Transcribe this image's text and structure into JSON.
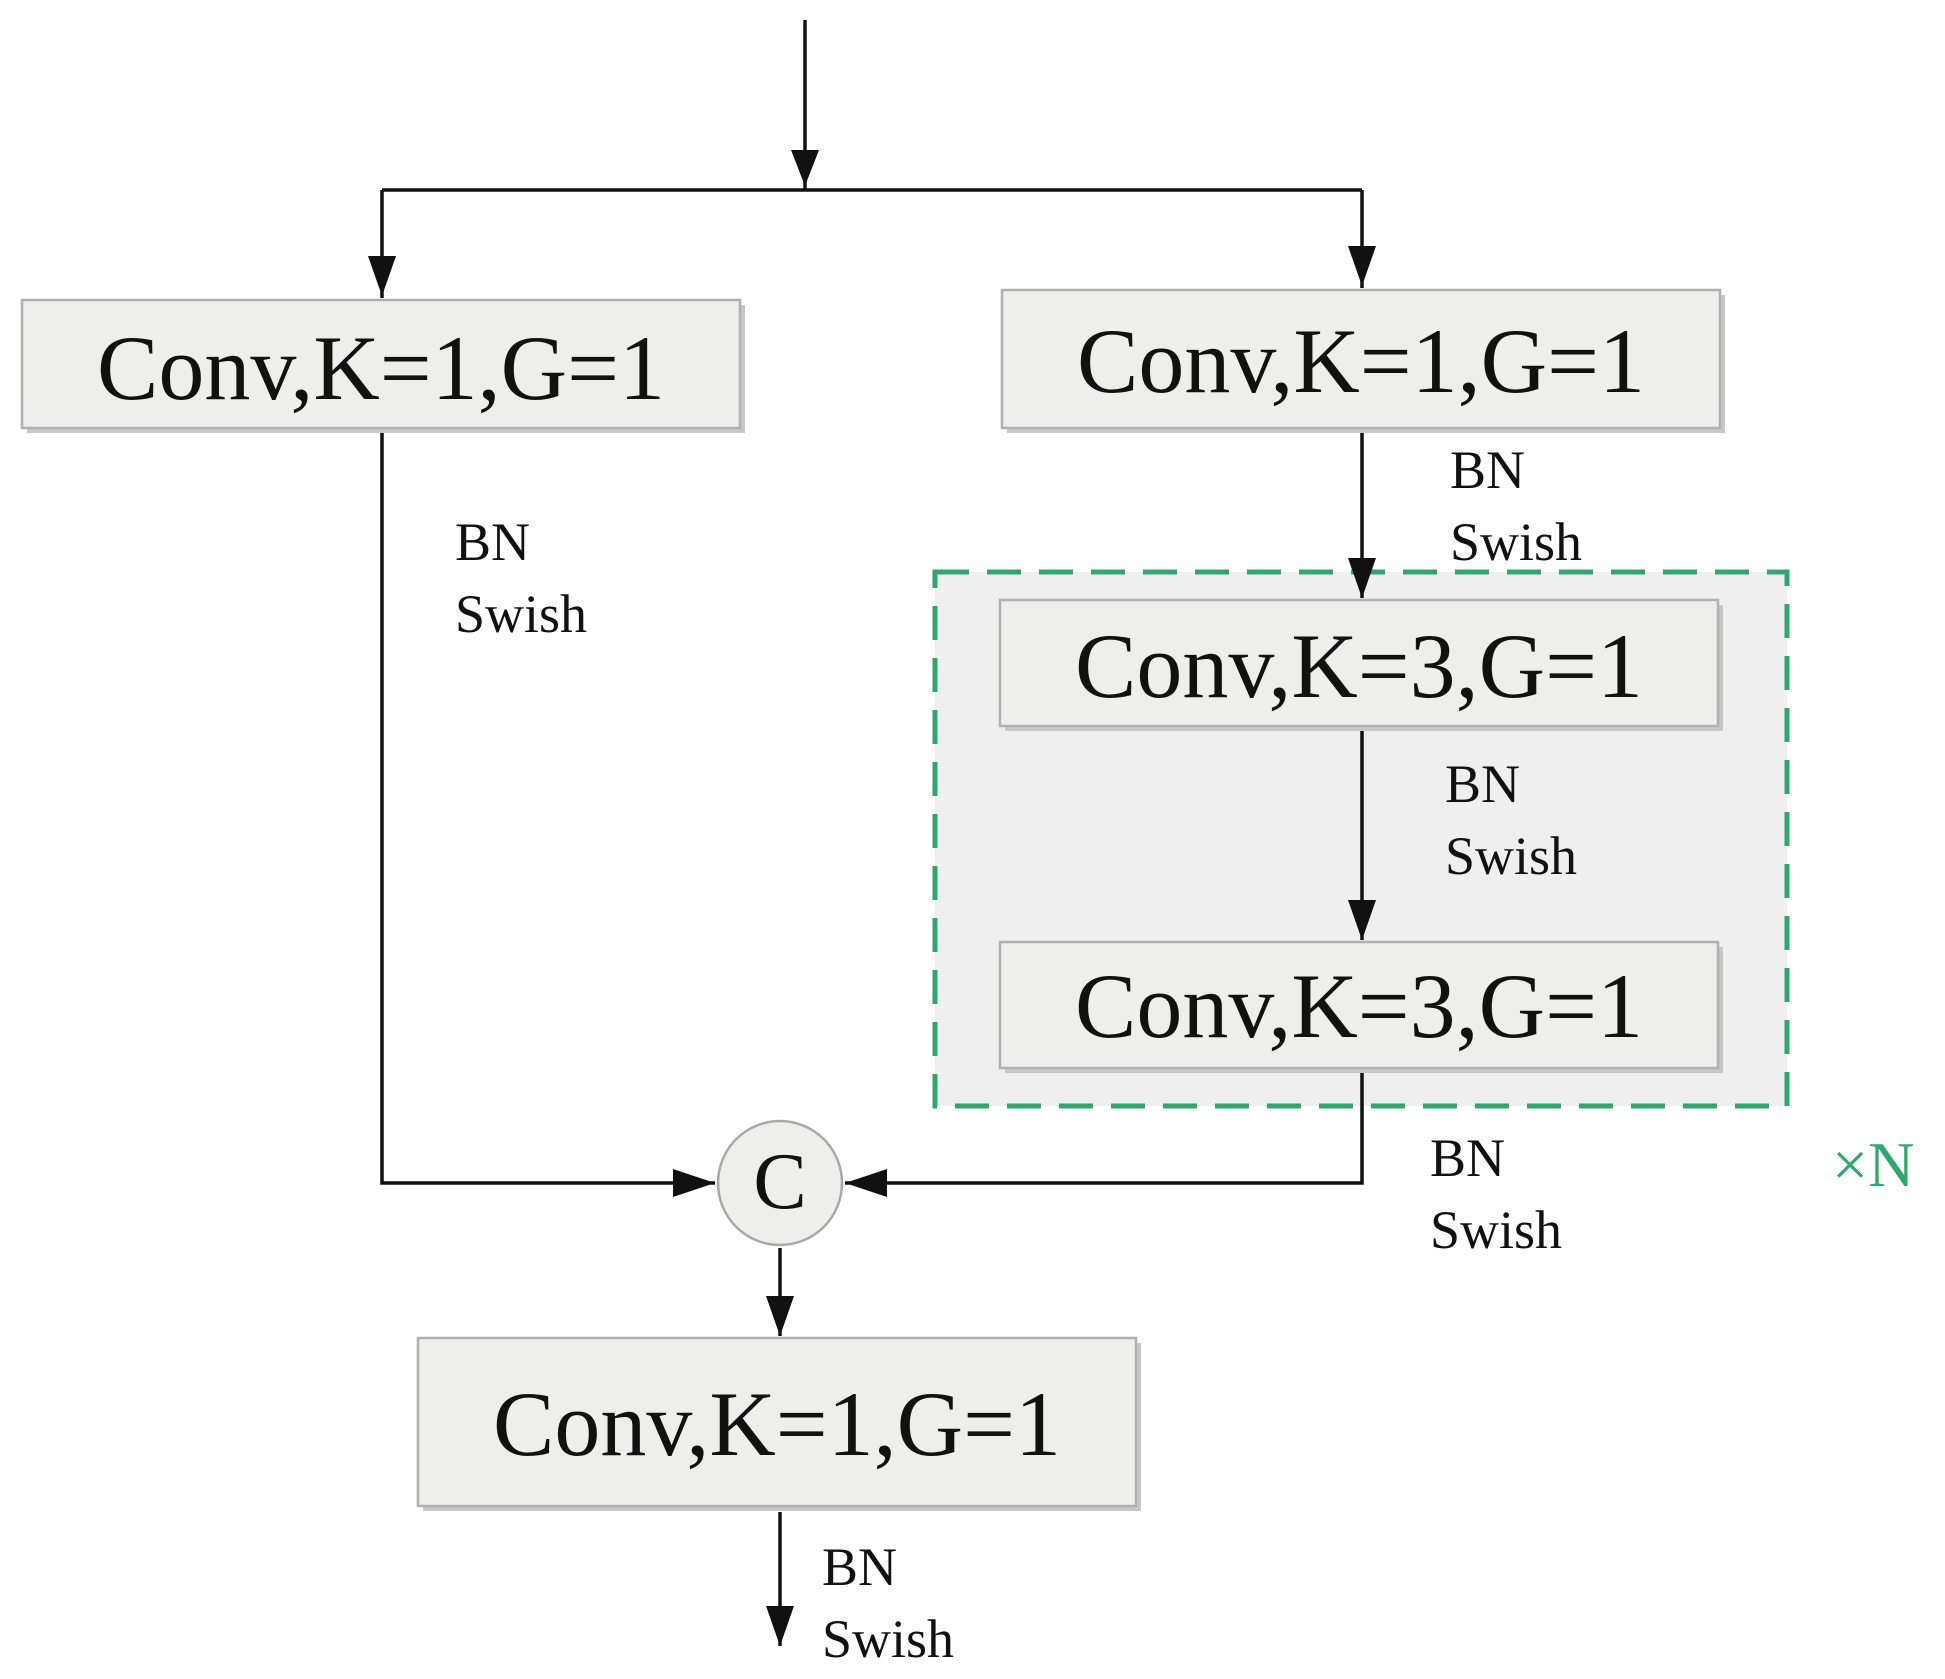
{
  "colors": {
    "repeat_accent": "#2ea86f",
    "box_fill": "#eeeeec",
    "group_fill": "#efefef",
    "line": "#111111"
  },
  "blocks": {
    "left_conv": "Conv,K=1,G=1",
    "right_conv": "Conv,K=1,G=1",
    "inner_conv_1": "Conv,K=3,G=1",
    "inner_conv_2": "Conv,K=3,G=1",
    "output_conv": "Conv,K=1,G=1"
  },
  "concat": {
    "label": "C"
  },
  "repeat": {
    "label": "×N"
  },
  "notes": {
    "left_branch": [
      "BN",
      "Swish"
    ],
    "right_branch": [
      "BN",
      "Swish"
    ],
    "inner_between": [
      "BN",
      "Swish"
    ],
    "inner_after": [
      "BN",
      "Swish"
    ],
    "output": [
      "BN",
      "Swish"
    ]
  }
}
